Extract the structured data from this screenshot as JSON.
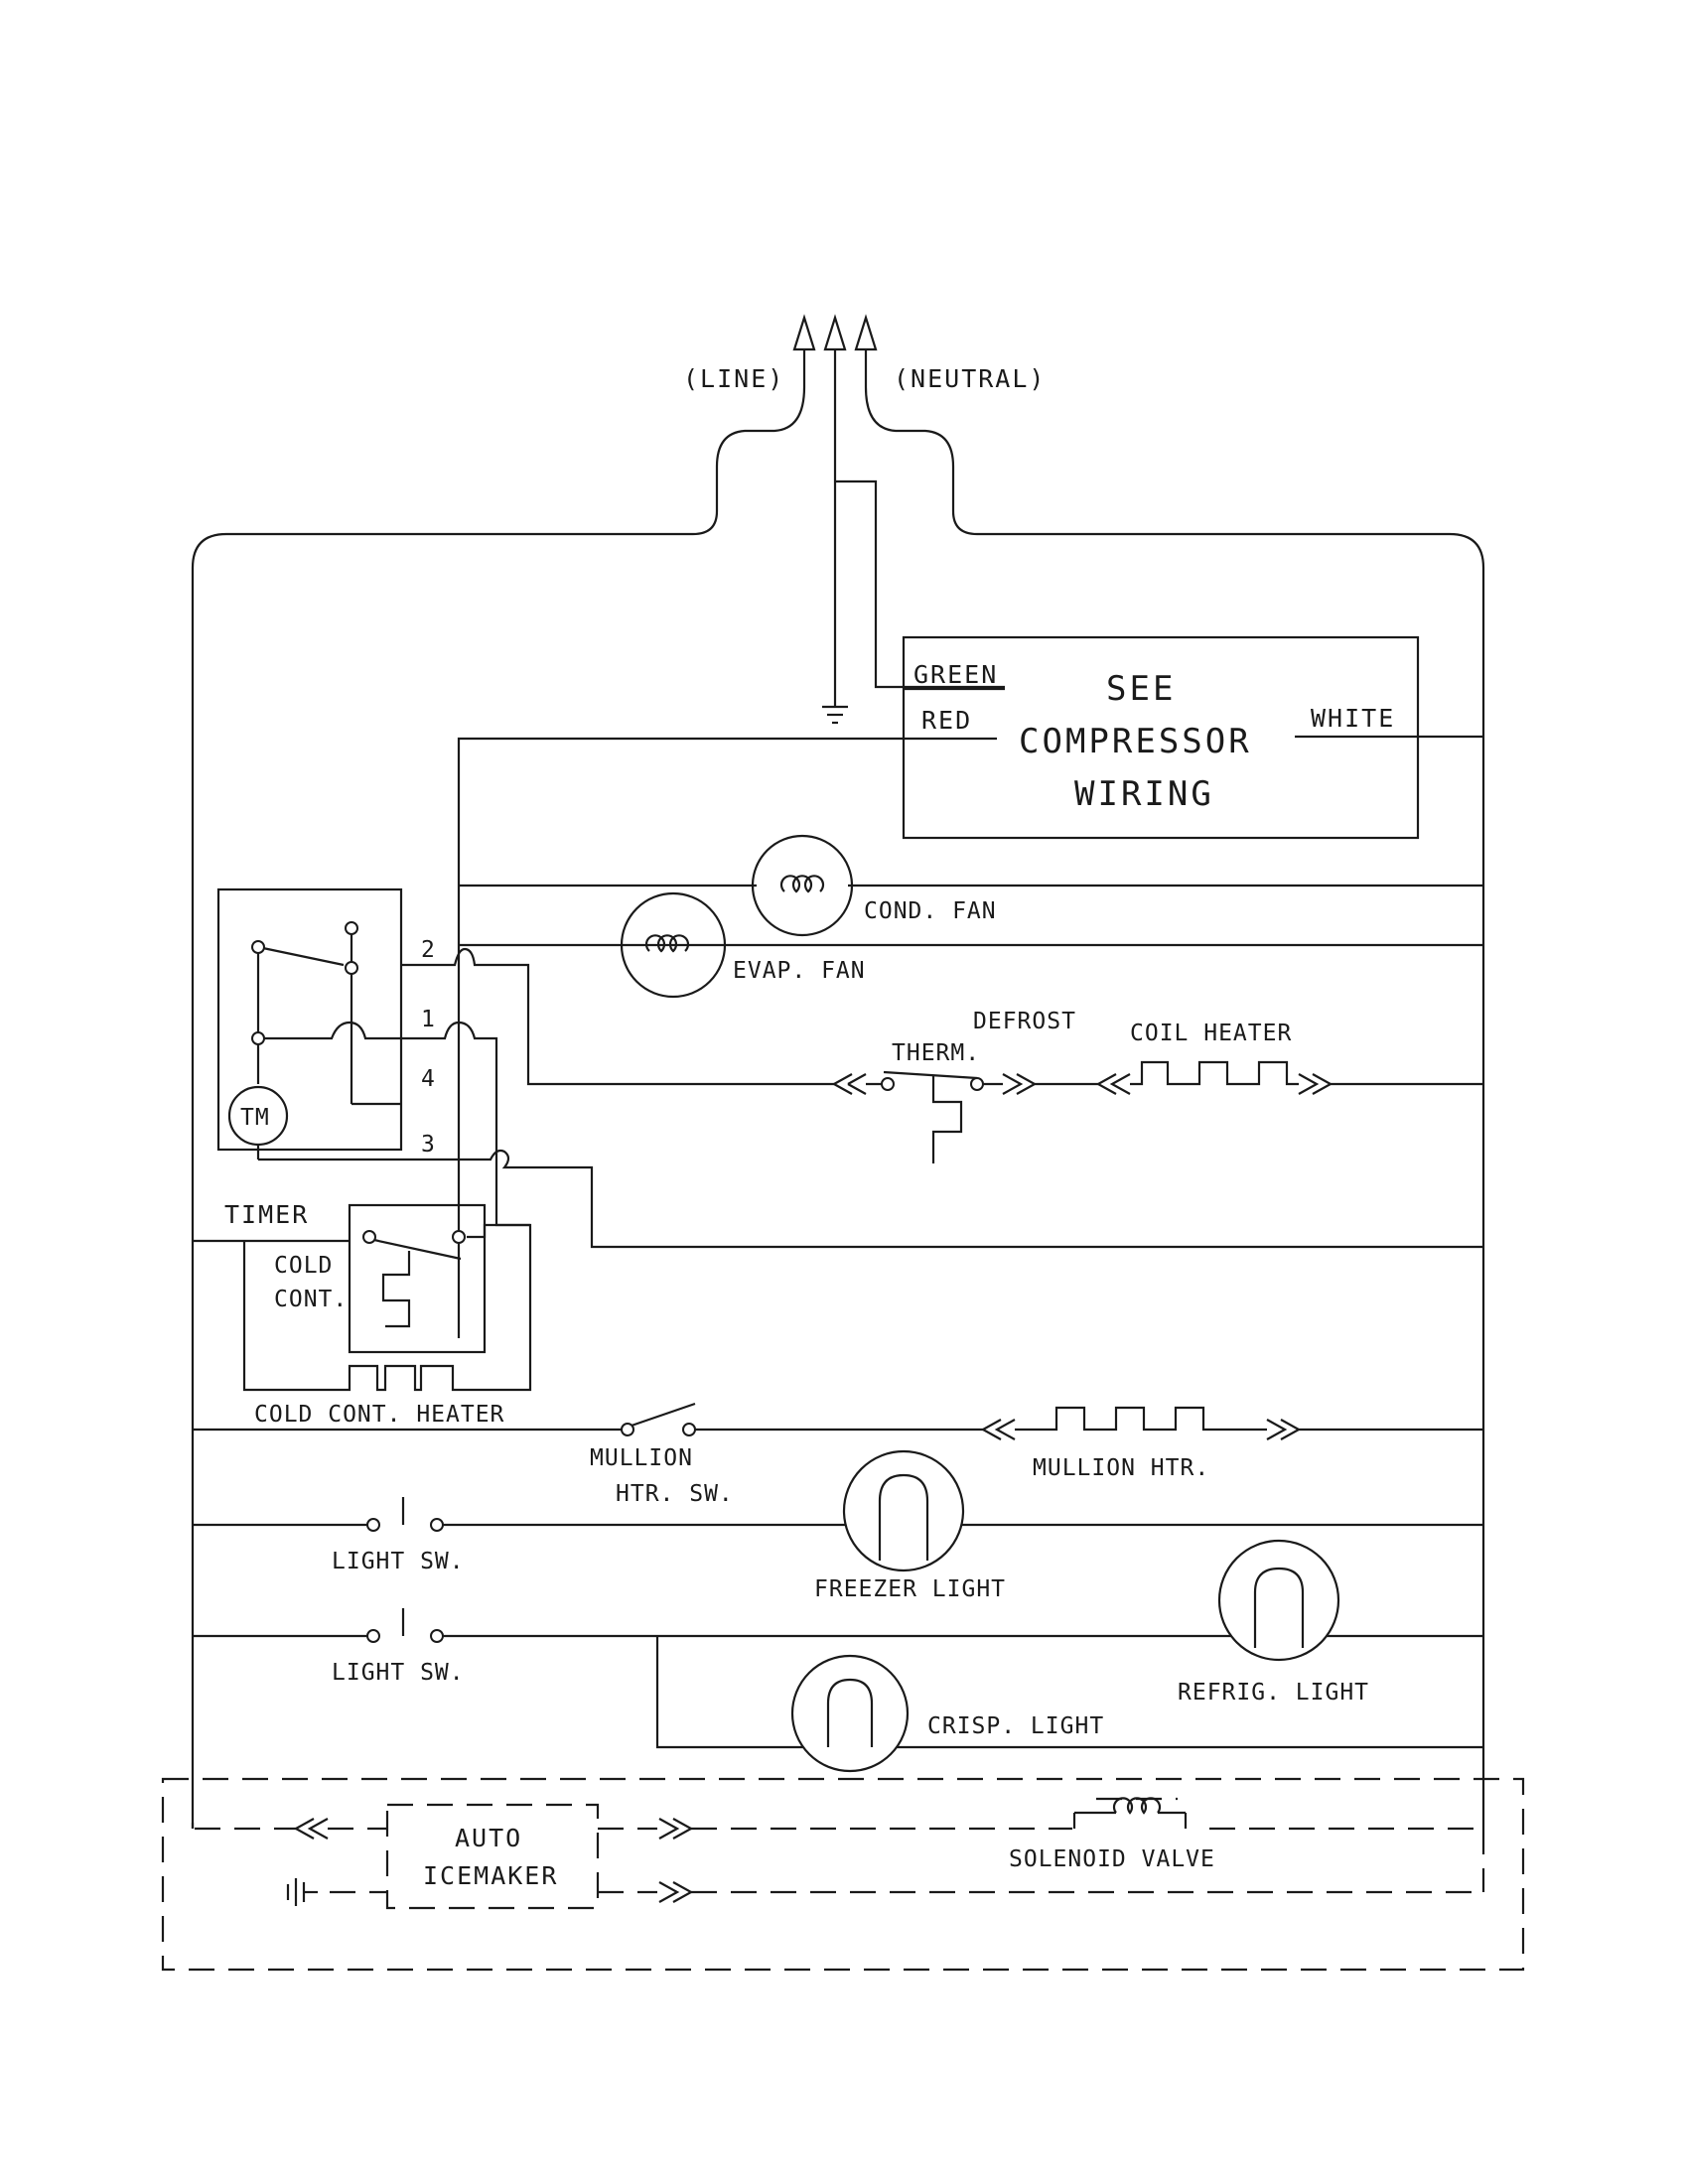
{
  "supply": {
    "line": "(LINE)",
    "neutral": "(NEUTRAL)"
  },
  "compressor": {
    "green": "GREEN",
    "red": "RED",
    "white": "WHITE",
    "line1": "SEE",
    "line2": "COMPRESSOR",
    "line3": "WIRING"
  },
  "components": {
    "cond_fan": "COND. FAN",
    "evap_fan": "EVAP. FAN",
    "defrost_therm_1": "DEFROST",
    "defrost_therm_2": "THERM.",
    "coil_heater": "COIL HEATER",
    "timer": "TIMER",
    "timer_motor": "TM",
    "timer_terminals": [
      "2",
      "1",
      "4",
      "3"
    ],
    "cold_cont_1": "COLD",
    "cold_cont_2": "CONT.",
    "cold_cont_heater": "COLD CONT. HEATER",
    "mullion_sw_1": "MULLION",
    "mullion_sw_2": "HTR. SW.",
    "mullion_htr": "MULLION HTR.",
    "light_sw_1": "LIGHT SW.",
    "light_sw_2": "LIGHT SW.",
    "freezer_light": "FREEZER LIGHT",
    "refrig_light": "REFRIG. LIGHT",
    "crisp_light": "CRISP. LIGHT",
    "icemaker_1": "AUTO",
    "icemaker_2": "ICEMAKER",
    "solenoid_valve": "SOLENOID VALVE"
  }
}
